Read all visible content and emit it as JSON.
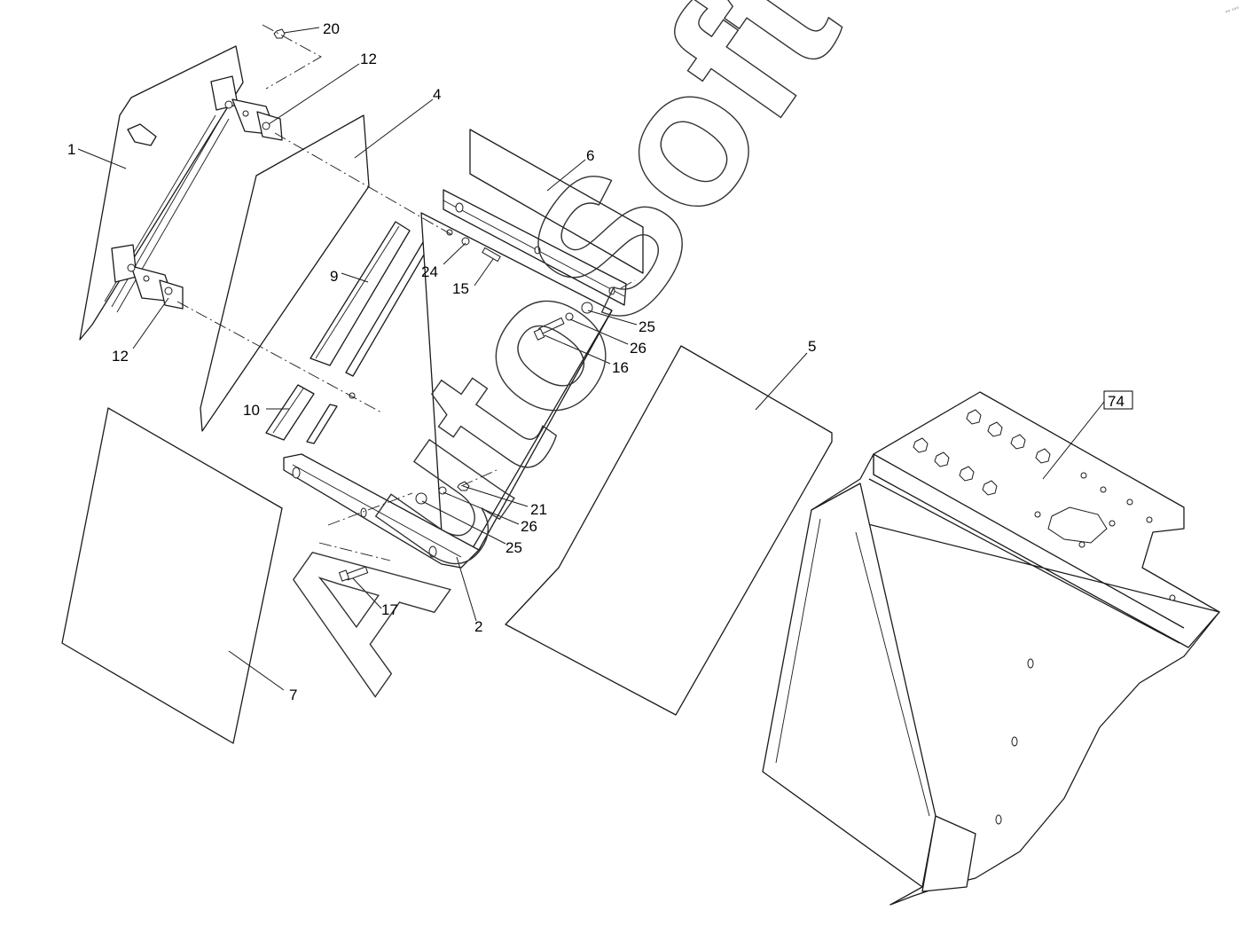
{
  "watermark": "AutoSoft",
  "corner_mark": "°° °°°",
  "callouts": {
    "c1": "1",
    "c2": "2",
    "c4": "4",
    "c5": "5",
    "c6": "6",
    "c7": "7",
    "c9": "9",
    "c10": "10",
    "c12a": "12",
    "c12b": "12",
    "c15": "15",
    "c16": "16",
    "c17": "17",
    "c20": "20",
    "c21": "21",
    "c24": "24",
    "c25a": "25",
    "c25b": "25",
    "c26a": "26",
    "c26b": "26",
    "c74": "74"
  }
}
